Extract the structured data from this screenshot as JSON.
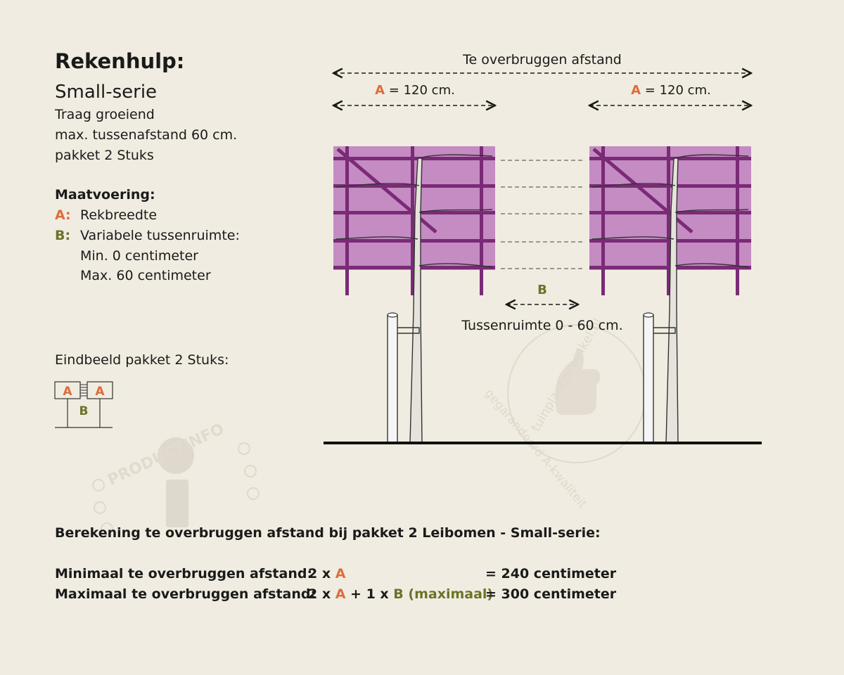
{
  "header": {
    "title": "Rekenhulp:",
    "subtitle": "Small-serie",
    "info_lines": [
      "Traag groeiend",
      "max. tussenafstand 60 cm.",
      "pakket 2 Stuks"
    ]
  },
  "legend": {
    "heading": "Maatvoering:",
    "a_key": "A:",
    "a_text": "Rekbreedte",
    "b_key": "B:",
    "b_text": "Variabele tussenruimte:",
    "b_min": "Min. 0 centimeter",
    "b_max": "Max. 60 centimeter"
  },
  "end_image": {
    "label": "Eindbeeld pakket 2 Stuks:",
    "a_letter": "A",
    "b_letter": "B"
  },
  "diagram": {
    "span_label": "Te overbruggen afstand",
    "a_letter": "A",
    "a_value": " = 120 cm.",
    "b_letter": "B",
    "gap_label": "Tussenruimte 0 - 60 cm."
  },
  "watermarks": {
    "productinfo": "PRODUCTINFO",
    "brand": "tuinplantenwinkel.nl",
    "tagline": "gegarandeerd A-kwaliteit"
  },
  "calculation": {
    "heading": "Berekening te overbruggen afstand bij pakket 2 Leibomen - Small-serie:",
    "min_label": "Minimaal te overbruggen afstand:",
    "min_formula_pre": "2 x ",
    "min_formula_a": "A",
    "min_result": "= 240 centimeter",
    "max_label": "Maximaal te overbruggen afstand:",
    "max_formula_pre": "2 x ",
    "max_formula_a": "A",
    "max_formula_mid": " + 1 x ",
    "max_formula_b": "B (maximaal)",
    "max_result": "= 300 centimeter"
  },
  "colors": {
    "background": "#f1ece1",
    "accent_a": "#dd6d3a",
    "accent_b": "#6b7328",
    "trellis": "#7a2a77",
    "canopy": "#c48cc2"
  }
}
